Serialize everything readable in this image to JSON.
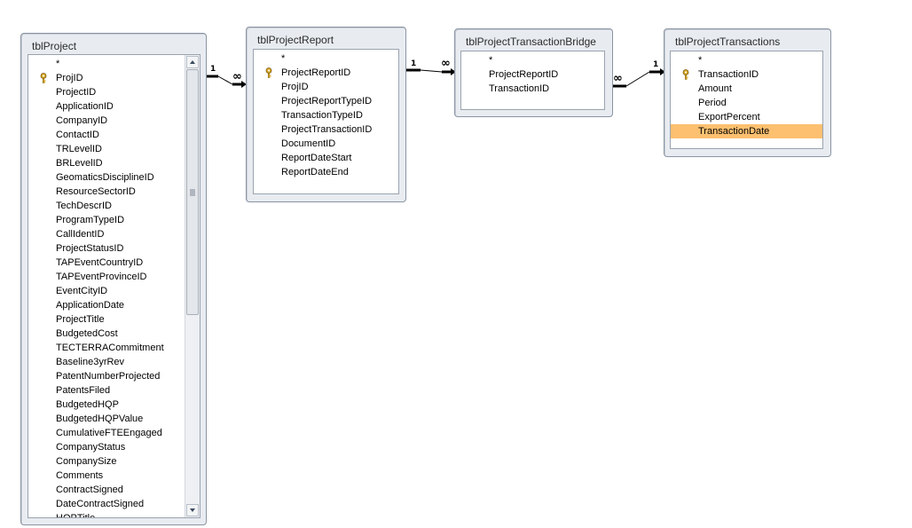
{
  "tables": {
    "tblProject": {
      "title": "tblProject",
      "fields": [
        "*",
        "ProjID",
        "ProjectID",
        "ApplicationID",
        "CompanyID",
        "ContactID",
        "TRLevelID",
        "BRLevelID",
        "GeomaticsDisciplineID",
        "ResourceSectorID",
        "TechDescrID",
        "ProgramTypeID",
        "CallIdentID",
        "ProjectStatusID",
        "TAPEventCountryID",
        "TAPEventProvinceID",
        "EventCityID",
        "ApplicationDate",
        "ProjectTitle",
        "BudgetedCost",
        "TECTERRACommitment",
        "Baseline3yrRev",
        "PatentNumberProjected",
        "PatentsFiled",
        "BudgetedHQP",
        "BudgetedHQPValue",
        "CumulativeFTEEngaged",
        "CompanyStatus",
        "CompanySize",
        "Comments",
        "ContractSigned",
        "DateContractSigned",
        "HQPTitle"
      ],
      "primary_key": "ProjID"
    },
    "tblProjectReport": {
      "title": "tblProjectReport",
      "fields": [
        "*",
        "ProjectReportID",
        "ProjID",
        "ProjectReportTypeID",
        "TransactionTypeID",
        "ProjectTransactionID",
        "DocumentID",
        "ReportDateStart",
        "ReportDateEnd"
      ],
      "primary_key": "ProjectReportID"
    },
    "tblProjectTransactionBridge": {
      "title": "tblProjectTransactionBridge",
      "fields": [
        "*",
        "ProjectReportID",
        "TransactionID"
      ]
    },
    "tblProjectTransactions": {
      "title": "tblProjectTransactions",
      "fields": [
        "*",
        "TransactionID",
        "Amount",
        "Period",
        "ExportPercent",
        "TransactionDate"
      ],
      "primary_key": "TransactionID",
      "selected_field": "TransactionDate"
    }
  },
  "relationships": {
    "rel1": {
      "one": "1",
      "many": "∞"
    },
    "rel2": {
      "one": "1",
      "many": "∞"
    },
    "rel3": {
      "one": "1",
      "many": "∞"
    }
  },
  "colors": {
    "selection": "#fcc070",
    "window_bg": "#e8ecf1",
    "line": "#000000"
  },
  "icons": {
    "primary_key": "key-icon",
    "scroll_up": "scroll-up-arrow-icon",
    "scroll_down": "scroll-down-arrow-icon"
  }
}
